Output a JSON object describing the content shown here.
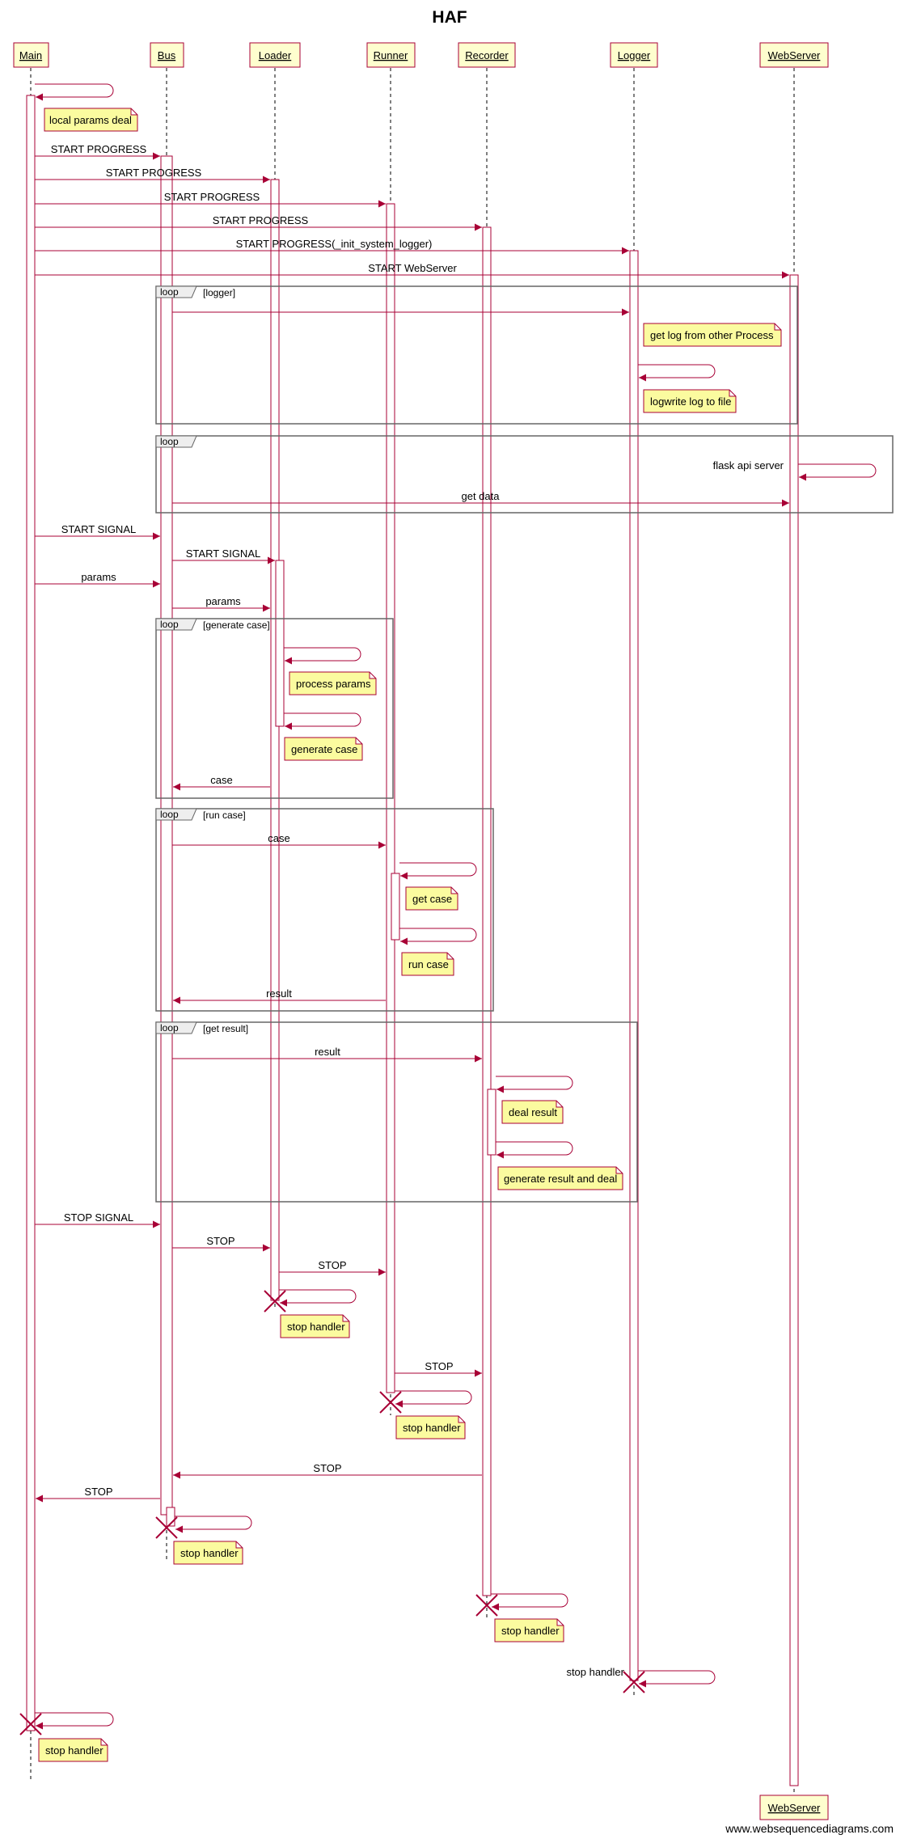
{
  "title": "HAF",
  "footer": "www.websequencediagrams.com",
  "colors": {
    "line": "#a80036",
    "note_fill": "#fbfb9f",
    "box_fill": "#fefece",
    "activation_fill": "#ffffff",
    "frame": "#666666",
    "frame_tag_fill": "#eeeeee"
  },
  "actors": [
    {
      "name": "Main"
    },
    {
      "name": "Bus"
    },
    {
      "name": "Loader"
    },
    {
      "name": "Runner"
    },
    {
      "name": "Recorder"
    },
    {
      "name": "Logger"
    },
    {
      "name": "WebServer"
    }
  ],
  "loops": [
    {
      "keyword": "loop",
      "guard": "[logger]"
    },
    {
      "keyword": "loop",
      "guard": ""
    },
    {
      "keyword": "loop",
      "guard": "[generate case]"
    },
    {
      "keyword": "loop",
      "guard": "[run case]"
    },
    {
      "keyword": "loop",
      "guard": "[get result]"
    }
  ],
  "messages": [
    {
      "text": "START PROGRESS"
    },
    {
      "text": "START PROGRESS"
    },
    {
      "text": "START PROGRESS"
    },
    {
      "text": "START PROGRESS"
    },
    {
      "text": "START PROGRESS(_init_system_logger)"
    },
    {
      "text": "START WebServer"
    },
    {
      "text": "get data"
    },
    {
      "text": "START SIGNAL"
    },
    {
      "text": "START SIGNAL"
    },
    {
      "text": "params"
    },
    {
      "text": "params"
    },
    {
      "text": "case"
    },
    {
      "text": "case"
    },
    {
      "text": "result"
    },
    {
      "text": "result"
    },
    {
      "text": "STOP SIGNAL"
    },
    {
      "text": "STOP"
    },
    {
      "text": "STOP"
    },
    {
      "text": "STOP"
    },
    {
      "text": "STOP"
    },
    {
      "text": "STOP"
    }
  ],
  "self_labels": [
    {
      "text": "flask api server"
    },
    {
      "text": "stop handler"
    }
  ],
  "notes": [
    {
      "text": "local params deal"
    },
    {
      "text": "get log from other Process"
    },
    {
      "text": "logwrite log to file"
    },
    {
      "text": "process params"
    },
    {
      "text": "generate case"
    },
    {
      "text": "get case"
    },
    {
      "text": "run case"
    },
    {
      "text": "deal result"
    },
    {
      "text": "generate result and deal"
    },
    {
      "text": "stop handler"
    },
    {
      "text": "stop handler"
    },
    {
      "text": "stop handler"
    },
    {
      "text": "stop handler"
    },
    {
      "text": "stop handler"
    }
  ]
}
